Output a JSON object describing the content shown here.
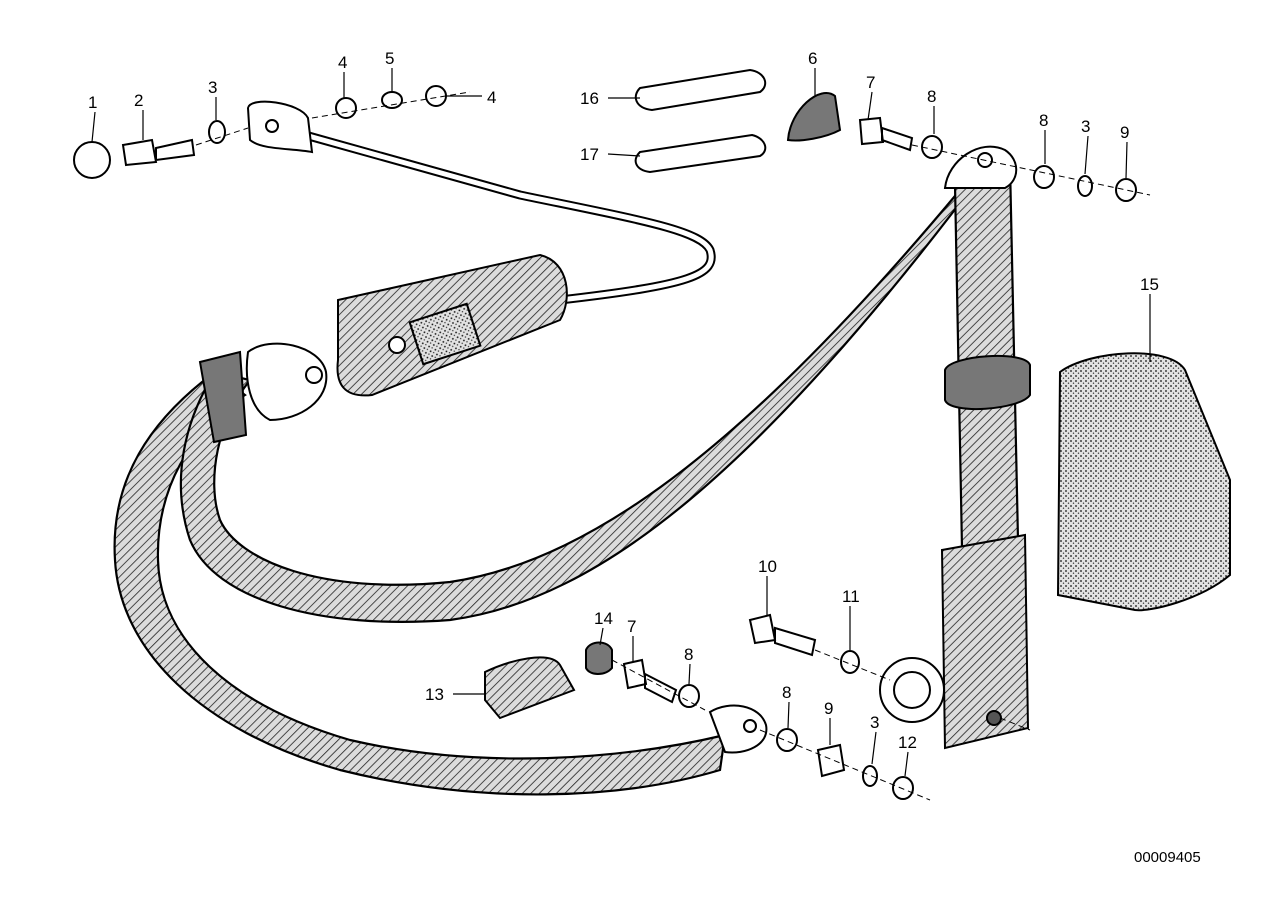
{
  "diagram": {
    "callouts": {
      "c1": "1",
      "c2": "2",
      "c3a": "3",
      "c4a": "4",
      "c5": "5",
      "c4b": "4",
      "c16": "16",
      "c17": "17",
      "c6": "6",
      "c7a": "7",
      "c8a": "8",
      "c8b": "8",
      "c3b": "3",
      "c9a": "9",
      "c15": "15",
      "c10": "10",
      "c11": "11",
      "c14": "14",
      "c7b": "7",
      "c8c": "8",
      "c13": "13",
      "c8d": "8",
      "c9b": "9",
      "c3c": "3",
      "c12": "12"
    },
    "doc_number": "00009405"
  }
}
